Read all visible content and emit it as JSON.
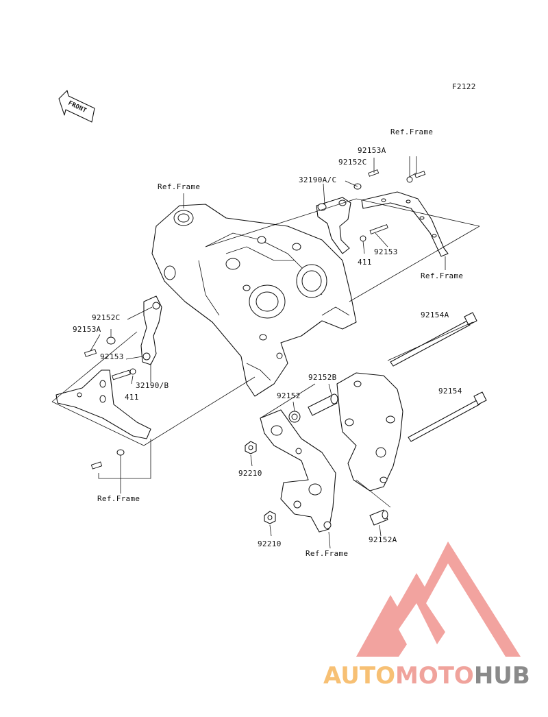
{
  "diagram": {
    "code": "F2122",
    "front_label": "FRONT",
    "ref_frame": "Ref.Frame",
    "callouts": {
      "p32190ac": "32190A/C",
      "p92152c_top": "92152C",
      "p92153a_top": "92153A",
      "p92153_top": "92153",
      "p411_top": "411",
      "p92152c_left": "92152C",
      "p92153a_left": "92153A",
      "p92153_left": "92153",
      "p32190b": "32190/B",
      "p411_left": "411",
      "p92154a": "92154A",
      "p92154": "92154",
      "p92152b": "92152B",
      "p92152": "92152",
      "p92210_a": "92210",
      "p92210_b": "92210",
      "p92152a": "92152A"
    }
  },
  "watermark": {
    "part1": "AUTO",
    "part2": "MOTO",
    "part3": "HUB",
    "colors": {
      "triangle": "#f2a39f",
      "auto": "#f7c074",
      "moto": "#f0a39c",
      "hub": "#8a8a8a"
    }
  }
}
